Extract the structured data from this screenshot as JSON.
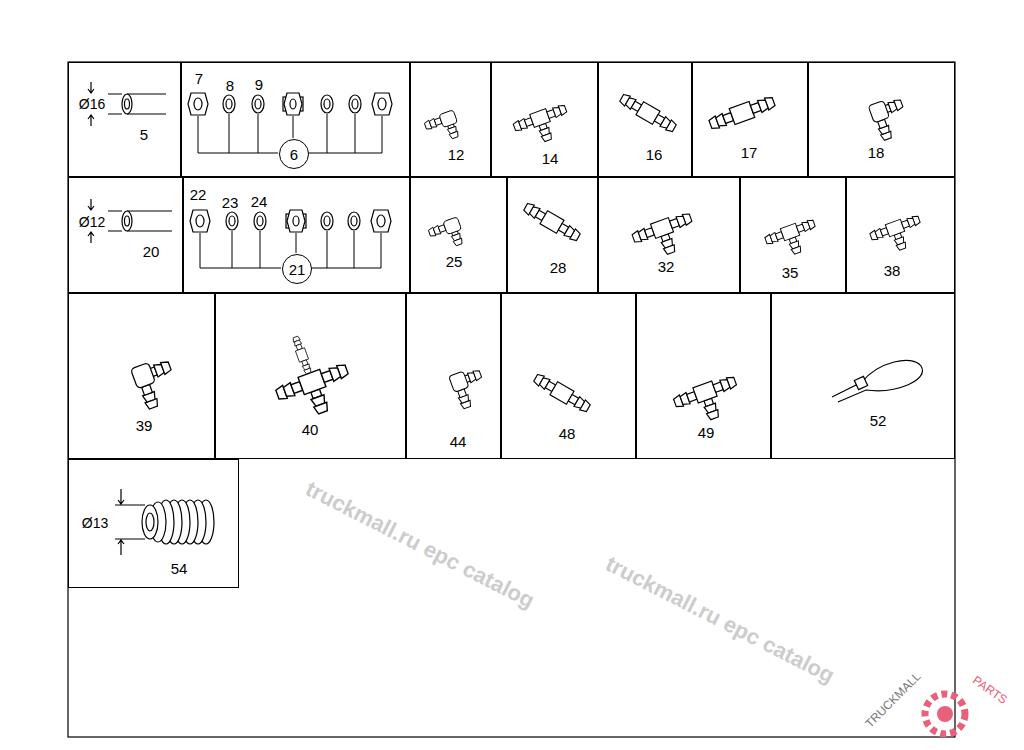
{
  "diagram": {
    "nodes": [
      {
        "text": [
          "Ø16",
          "5"
        ]
      },
      {
        "text": [
          "7",
          "8",
          "9"
        ]
      },
      {
        "text": [
          "6"
        ],
        "in": 1
      },
      {
        "text": [
          "12"
        ]
      },
      {
        "text": [
          "14"
        ]
      },
      {
        "text": [
          "16"
        ]
      },
      {
        "text": [
          "17"
        ]
      },
      {
        "text": [
          "18"
        ]
      },
      {
        "text": [
          "Ø12",
          "20"
        ]
      },
      {
        "text": [
          "22",
          "23",
          "24"
        ]
      },
      {
        "text": [
          "21"
        ],
        "in": 9
      },
      {
        "text": [
          "25"
        ]
      },
      {
        "text": [
          "28"
        ]
      },
      {
        "text": [
          "32"
        ]
      },
      {
        "text": [
          "35"
        ]
      },
      {
        "text": [
          "38"
        ]
      },
      {
        "text": [
          "39"
        ]
      },
      {
        "text": [
          "40"
        ]
      },
      {
        "text": [
          "44"
        ]
      },
      {
        "text": [
          "48"
        ]
      },
      {
        "text": [
          "49"
        ]
      },
      {
        "text": [
          "52"
        ]
      },
      {
        "text": [
          "Ø13",
          "54"
        ]
      }
    ],
    "labels": [
      "truckmall.ru epc catalog",
      "truckmall.ru epc catalog",
      "TRUCKMALL",
      "PARTS"
    ]
  }
}
